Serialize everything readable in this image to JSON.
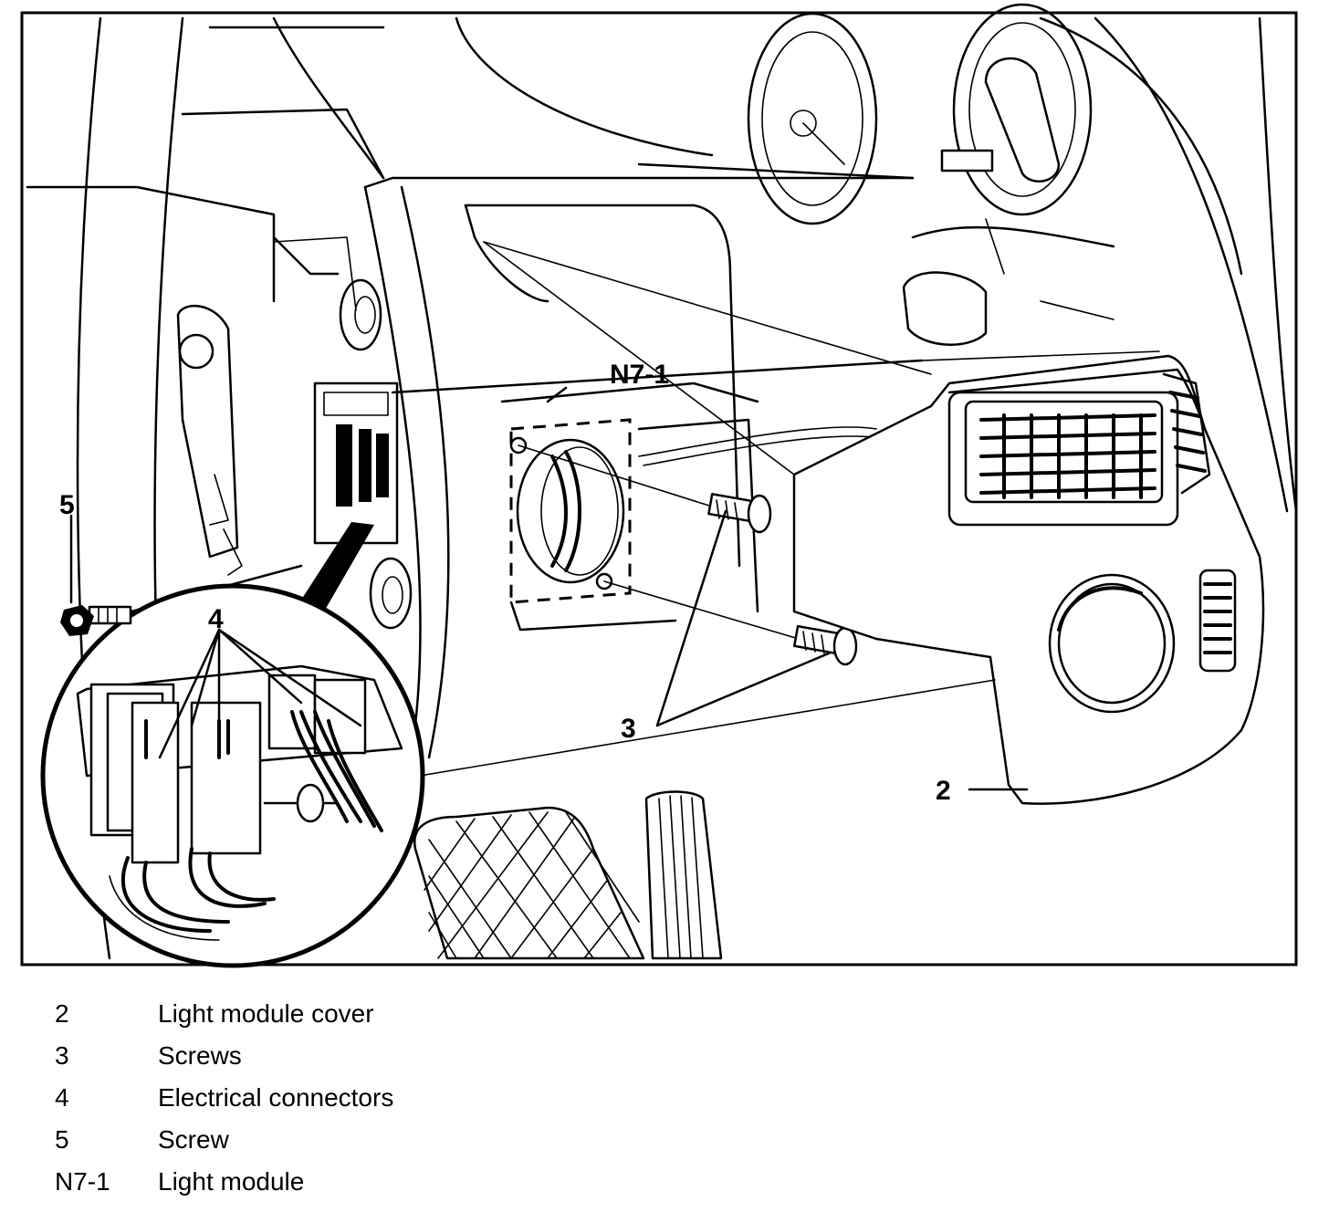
{
  "callouts": {
    "n7_1": "N7-1",
    "c2": "2",
    "c3": "3",
    "c4": "4",
    "c5": "5"
  },
  "legend": [
    {
      "key": "2",
      "text": "Light module cover"
    },
    {
      "key": "3",
      "text": "Screws"
    },
    {
      "key": "4",
      "text": "Electrical connectors"
    },
    {
      "key": "5",
      "text": "Screw"
    },
    {
      "key": "N7-1",
      "text": "Light module"
    }
  ]
}
